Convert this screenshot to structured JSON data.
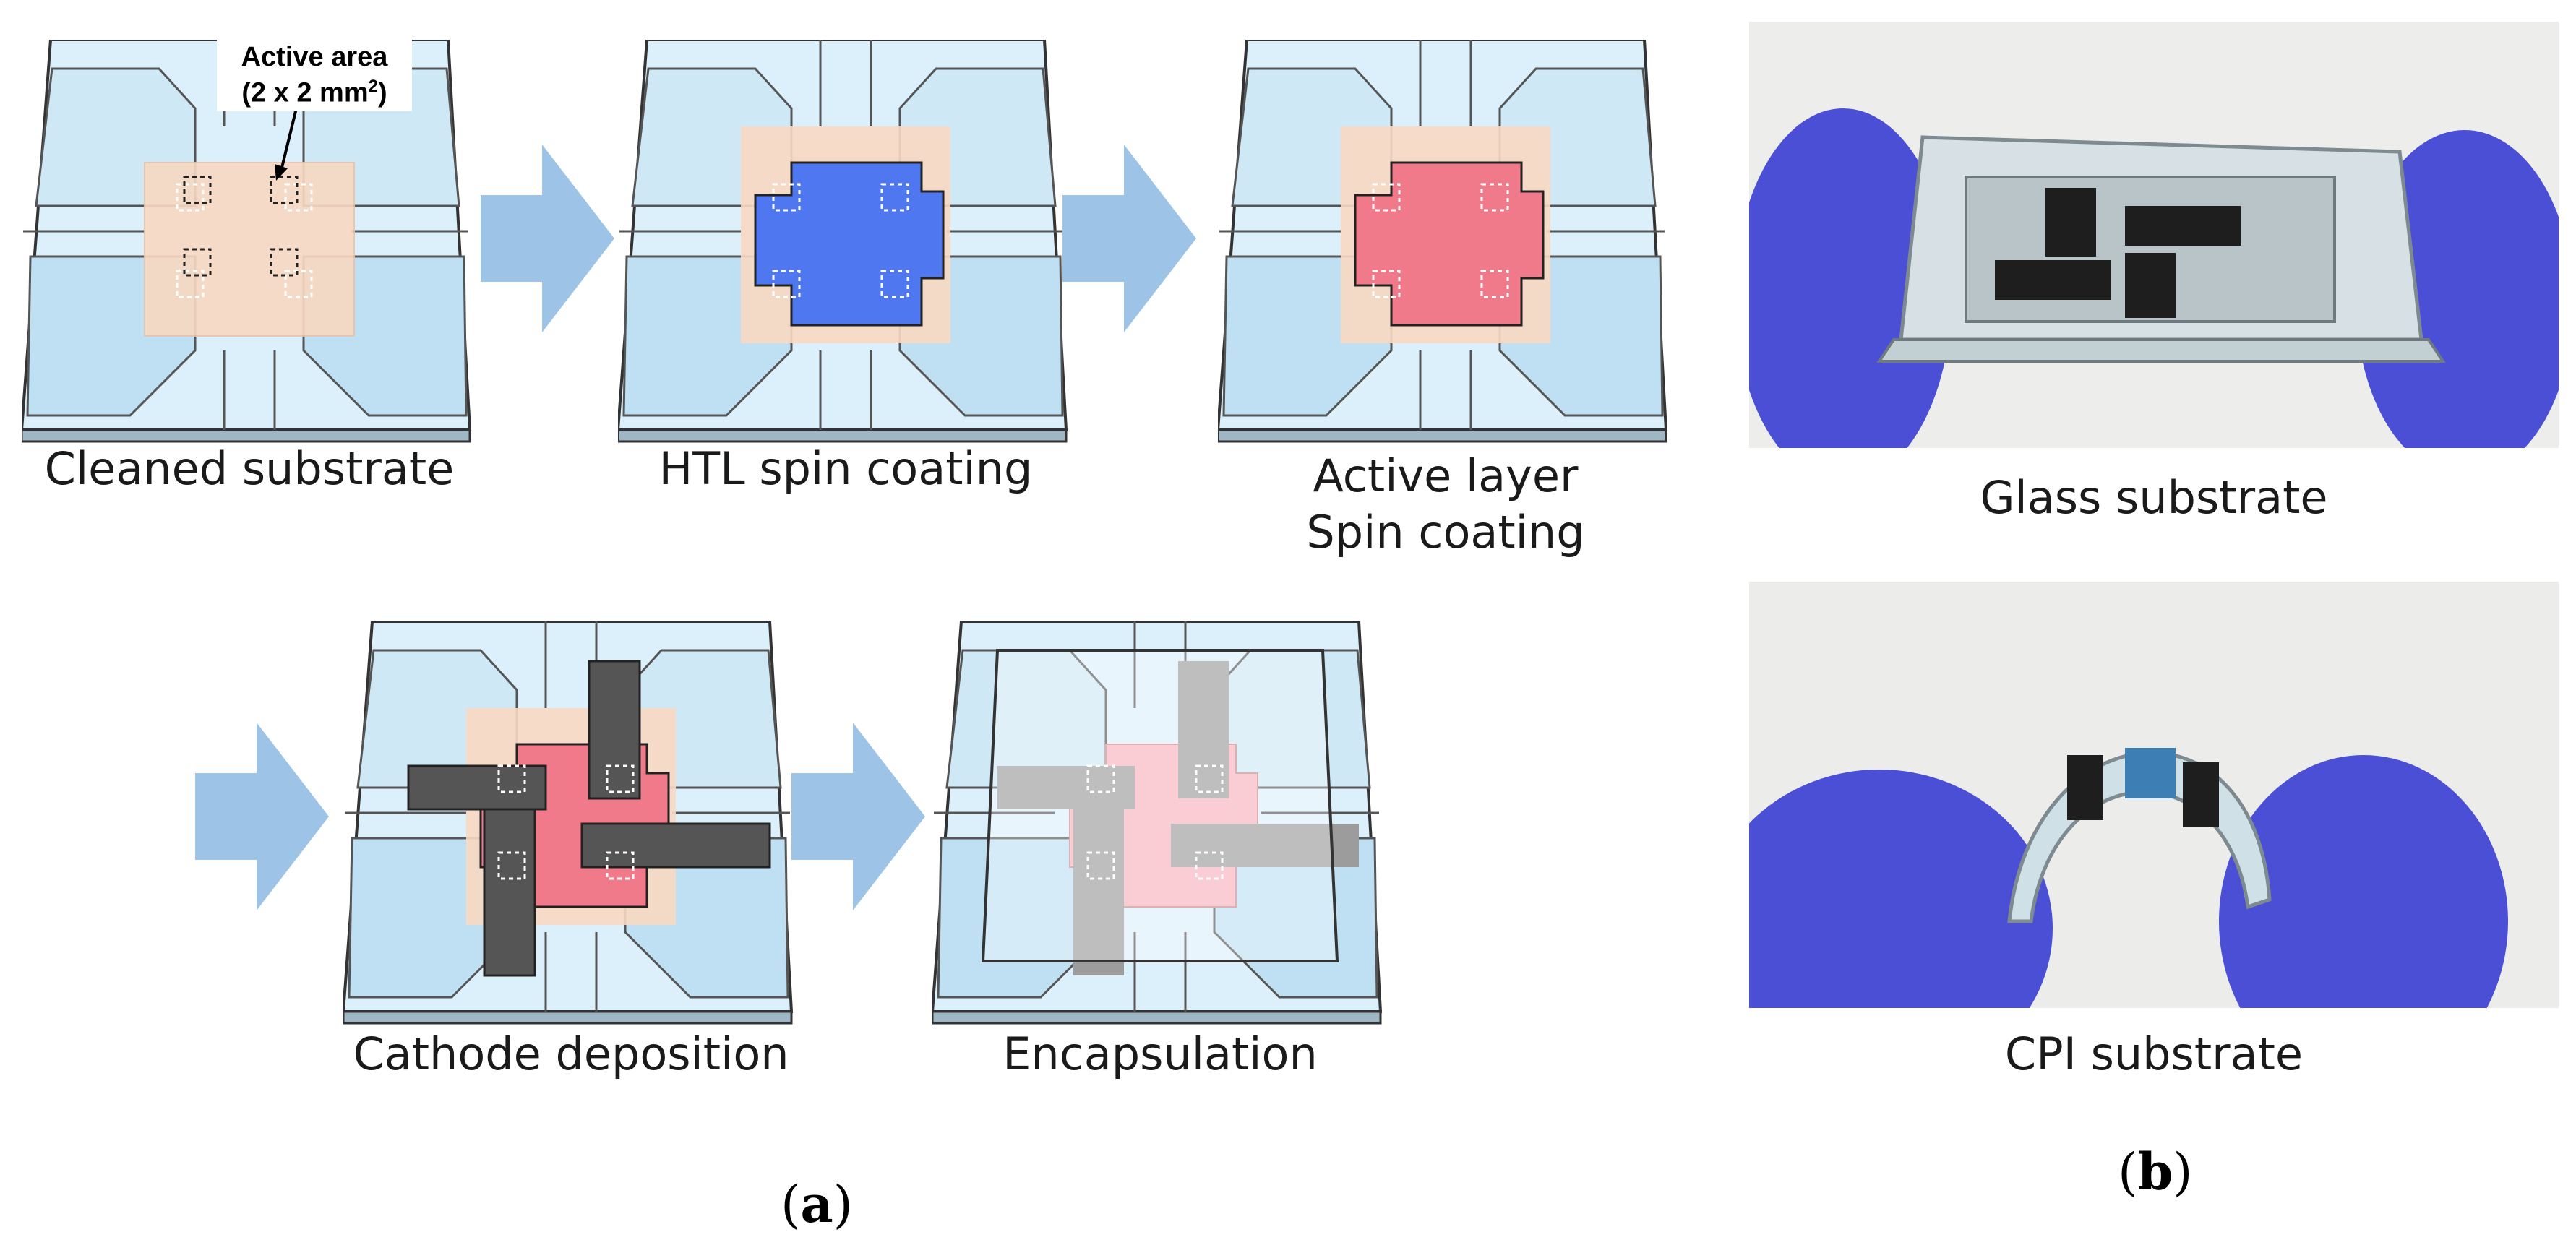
{
  "panel_a": {
    "tag": "a",
    "steps": [
      {
        "label": "Cleaned substrate"
      },
      {
        "label": "HTL spin coating"
      },
      {
        "label_line1": "Active layer",
        "label_line2": "Spin coating"
      },
      {
        "label": "Cathode deposition"
      },
      {
        "label": "Encapsulation"
      }
    ],
    "annotation": {
      "line1": "Active area",
      "line2_prefix": "(2 x 2 mm",
      "line2_sup": "2",
      "line2_suffix": ")"
    }
  },
  "panel_b": {
    "tag": "b",
    "photos": [
      {
        "label": "Glass substrate"
      },
      {
        "label": "CPI substrate"
      }
    ]
  },
  "colors": {
    "glass_fill": "#d9eef9",
    "glass_stroke": "#2d2d2d",
    "ito": "#f8d9c2",
    "htl": "#4f78f0",
    "active": "#f07a8a",
    "cathode": "#555555",
    "arrow": "#9dc3e6",
    "glove": "#4a4fd6"
  }
}
